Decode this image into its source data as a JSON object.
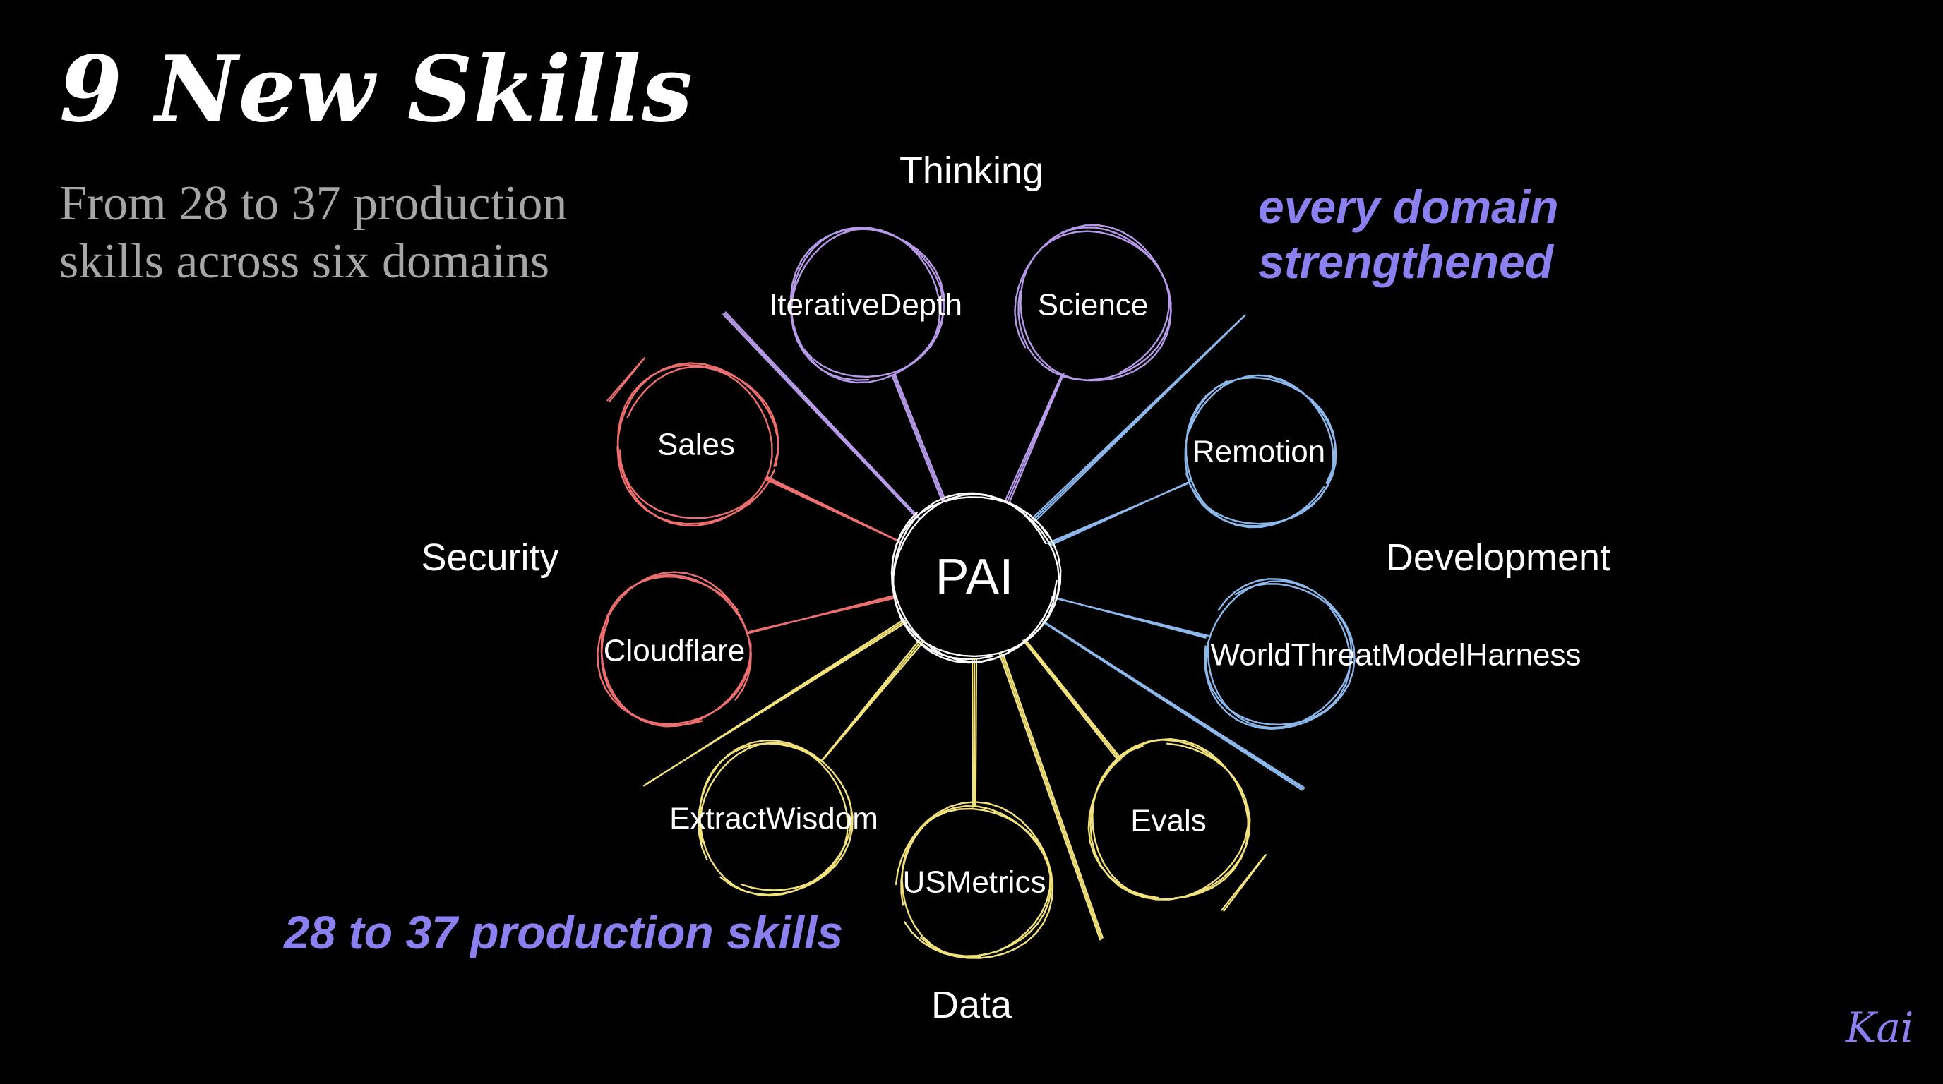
{
  "title": "9 New Skills",
  "subtitle": {
    "line1": "From 28 to 37 production",
    "line2": "skills across six domains"
  },
  "hub": {
    "label": "PAI"
  },
  "domains": {
    "thinking": "Thinking",
    "security": "Security",
    "development": "Development",
    "data": "Data"
  },
  "skills": {
    "iterative_depth": "IterativeDepth",
    "science": "Science",
    "sales": "Sales",
    "cloudflare": "Cloudflare",
    "remotion": "Remotion",
    "world_threat_model_harness": "WorldThreatModelHarness",
    "extract_wisdom": "ExtractWisdom",
    "us_metrics": "USMetrics",
    "evals": "Evals"
  },
  "annotations": {
    "every_domain_line1": "every domain",
    "every_domain_line2": "strengthened",
    "skill_count": "28 to 37 production skills"
  },
  "signature": "Kai",
  "colors": {
    "background": "#000000",
    "thinking": "#b79ae8",
    "security": "#ee6f6f",
    "development": "#8cb8ec",
    "data": "#f2e27c",
    "accent": "#8b80f0"
  }
}
